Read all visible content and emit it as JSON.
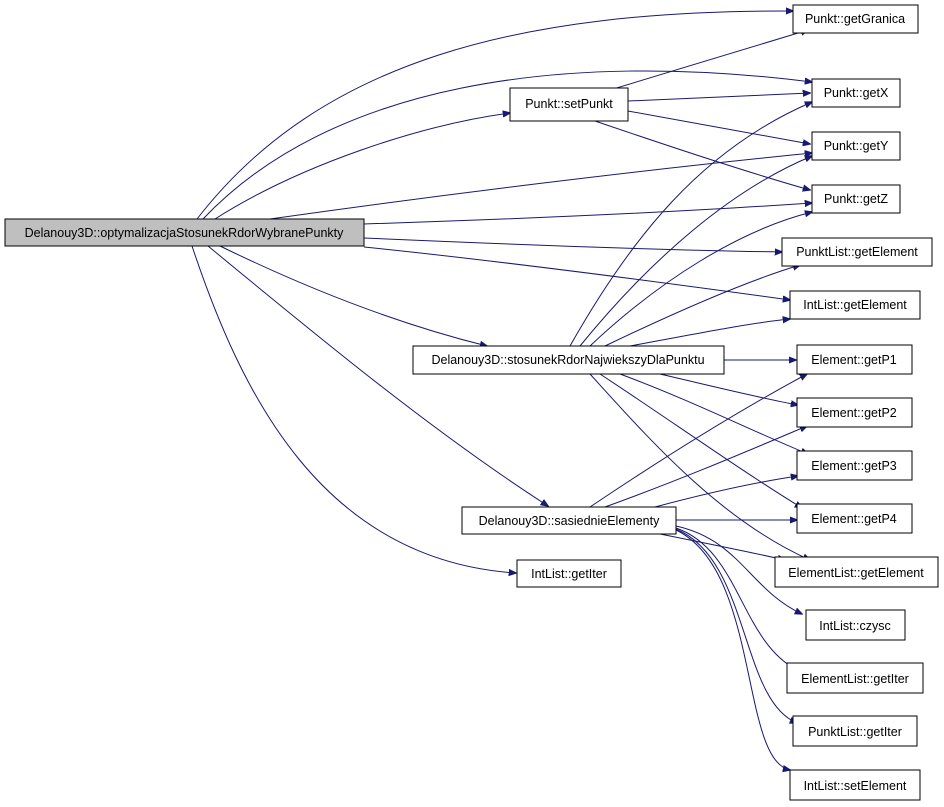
{
  "diagram": {
    "type": "call-graph",
    "colors": {
      "edge": "#191970",
      "node_border": "#000000",
      "root_fill": "#bfbfbf",
      "node_fill": "#ffffff"
    },
    "nodes": {
      "root": "Delanouy3D::optymalizacjaStosunekRdorWybranePunkty",
      "punkt_getgranica": "Punkt::getGranica",
      "punkt_setpunkt": "Punkt::setPunkt",
      "punkt_getx": "Punkt::getX",
      "punkt_gety": "Punkt::getY",
      "punkt_getz": "Punkt::getZ",
      "punktlist_getelement": "PunktList::getElement",
      "intlist_getelement": "IntList::getElement",
      "stosunek": "Delanouy3D::stosunekRdorNajwiekszyDlaPunktu",
      "element_getp1": "Element::getP1",
      "element_getp2": "Element::getP2",
      "element_getp3": "Element::getP3",
      "element_getp4": "Element::getP4",
      "sasiednie": "Delanouy3D::sasiednieElementy",
      "elementlist_getelement": "ElementList::getElement",
      "intlist_getiter": "IntList::getIter",
      "intlist_czysc": "IntList::czysc",
      "elementlist_getiter": "ElementList::getIter",
      "punktlist_getiter": "PunktList::getIter",
      "intlist_setelement": "IntList::setElement"
    },
    "edges": [
      [
        "root",
        "punkt_getgranica"
      ],
      [
        "root",
        "punkt_getx"
      ],
      [
        "root",
        "punkt_setpunkt"
      ],
      [
        "root",
        "punkt_gety"
      ],
      [
        "root",
        "punkt_getz"
      ],
      [
        "root",
        "punktlist_getelement"
      ],
      [
        "root",
        "intlist_getelement"
      ],
      [
        "root",
        "stosunek"
      ],
      [
        "root",
        "sasiednie"
      ],
      [
        "root",
        "intlist_getiter"
      ],
      [
        "punkt_setpunkt",
        "punkt_getgranica"
      ],
      [
        "punkt_setpunkt",
        "punkt_getx"
      ],
      [
        "punkt_setpunkt",
        "punkt_gety"
      ],
      [
        "punkt_setpunkt",
        "punkt_getz"
      ],
      [
        "stosunek",
        "punkt_getx"
      ],
      [
        "stosunek",
        "punkt_gety"
      ],
      [
        "stosunek",
        "punkt_getz"
      ],
      [
        "stosunek",
        "punktlist_getelement"
      ],
      [
        "stosunek",
        "intlist_getelement"
      ],
      [
        "stosunek",
        "element_getp1"
      ],
      [
        "stosunek",
        "element_getp2"
      ],
      [
        "stosunek",
        "element_getp3"
      ],
      [
        "stosunek",
        "element_getp4"
      ],
      [
        "stosunek",
        "elementlist_getelement"
      ],
      [
        "sasiednie",
        "element_getp1"
      ],
      [
        "sasiednie",
        "element_getp2"
      ],
      [
        "sasiednie",
        "element_getp3"
      ],
      [
        "sasiednie",
        "element_getp4"
      ],
      [
        "sasiednie",
        "elementlist_getelement"
      ],
      [
        "sasiednie",
        "intlist_czysc"
      ],
      [
        "sasiednie",
        "elementlist_getiter"
      ],
      [
        "sasiednie",
        "punktlist_getiter"
      ],
      [
        "sasiednie",
        "intlist_setelement"
      ]
    ]
  }
}
